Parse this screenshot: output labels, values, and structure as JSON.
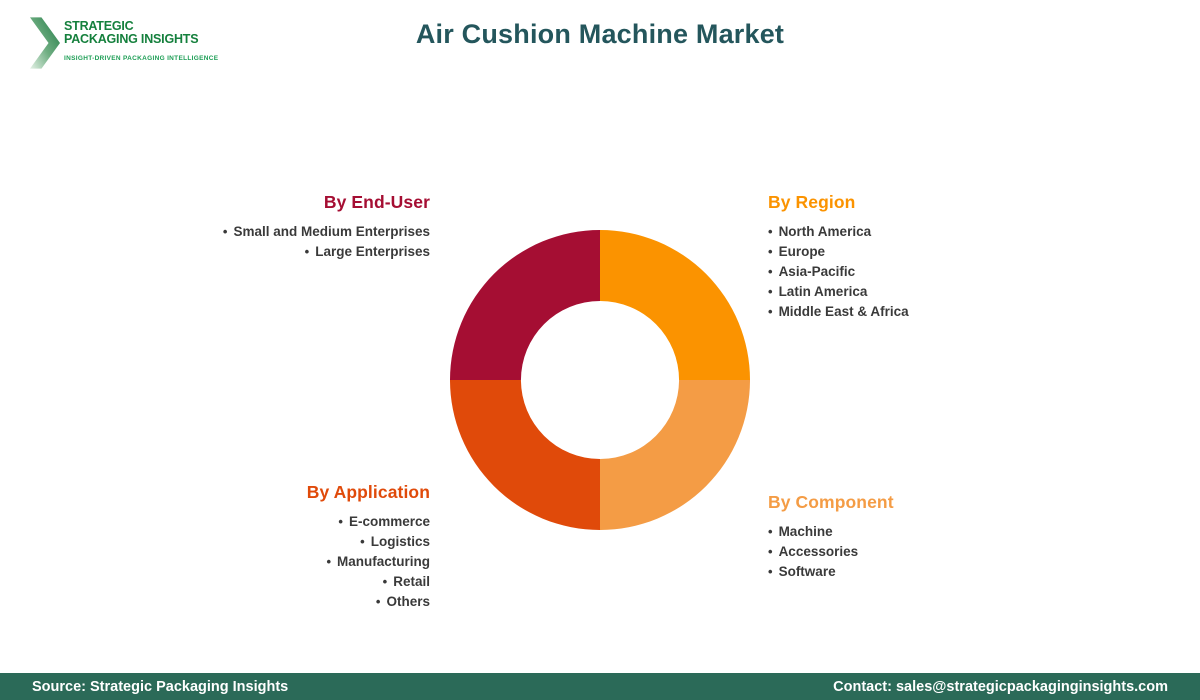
{
  "header": {
    "logo": {
      "line1": "STRATEGIC",
      "line2": "PACKAGING INSIGHTS",
      "tagline": "INSIGHT-DRIVEN PACKAGING INTELLIGENCE",
      "brand_green": "#15803d",
      "tagline_green": "#1d9e55"
    },
    "title": "Air Cushion Machine Market",
    "title_color": "#24565c"
  },
  "chart_data": {
    "type": "pie",
    "title": "Air Cushion Machine Market segmentation donut",
    "donut": true,
    "inner_radius_ratio": 0.527,
    "start_angle_deg": -90,
    "categories": [
      "By Region",
      "By Component",
      "By Application",
      "By End-User"
    ],
    "values": [
      25,
      25,
      25,
      25
    ],
    "segments": [
      {
        "label": "By Region",
        "value": 25,
        "color": "#FB9300"
      },
      {
        "label": "By Component",
        "value": 25,
        "color": "#F49C45"
      },
      {
        "label": "By Application",
        "value": 25,
        "color": "#E04A0A"
      },
      {
        "label": "By End-User",
        "value": 25,
        "color": "#A50E33"
      }
    ]
  },
  "sections": [
    {
      "id": "end-user",
      "heading": "By End-User",
      "color": "#A50E33",
      "align": "right",
      "items": [
        "Small and Medium Enterprises",
        "Large Enterprises"
      ]
    },
    {
      "id": "region",
      "heading": "By Region",
      "color": "#FB9300",
      "align": "left",
      "items": [
        "North America",
        "Europe",
        "Asia-Pacific",
        "Latin America",
        "Middle East & Africa"
      ]
    },
    {
      "id": "application",
      "heading": "By Application",
      "color": "#E04A0A",
      "align": "right",
      "items": [
        "E-commerce",
        "Logistics",
        "Manufacturing",
        "Retail",
        "Others"
      ]
    },
    {
      "id": "component",
      "heading": "By Component",
      "color": "#F49C45",
      "align": "left",
      "items": [
        "Machine",
        "Accessories",
        "Software"
      ]
    }
  ],
  "footer": {
    "source": "Source: Strategic Packaging Insights",
    "contact": "Contact: sales@strategicpackaginginsights.com",
    "background": "#2B6A58"
  }
}
